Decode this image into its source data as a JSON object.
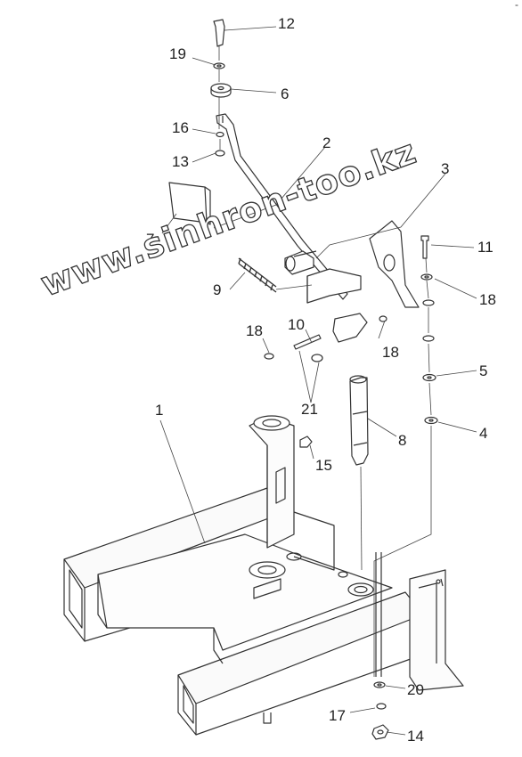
{
  "callouts": [
    "12",
    "19",
    "6",
    "16",
    "13",
    "2",
    "3",
    "7",
    "11",
    "9",
    "18",
    "10",
    "18",
    "18",
    "5",
    "21",
    "8",
    "4",
    "1",
    "15",
    "20",
    "17",
    "14"
  ],
  "watermark": "www.sinhron-too.kz",
  "corner_mark": "-"
}
